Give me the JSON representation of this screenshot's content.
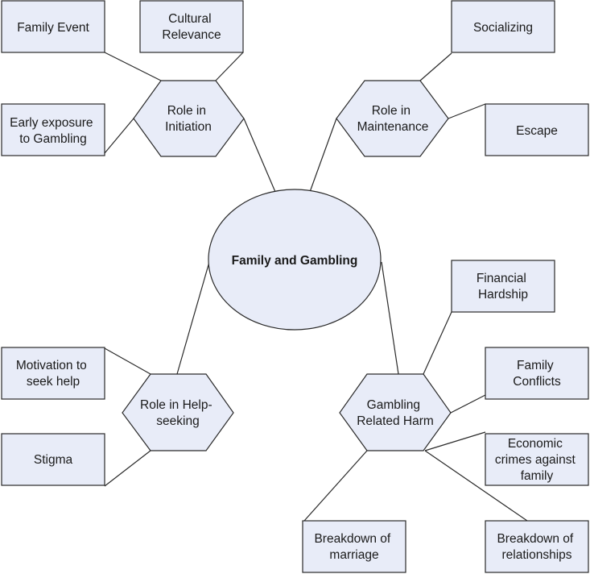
{
  "center": {
    "lines": [
      "Family and Gambling"
    ]
  },
  "hubs": {
    "initiation": {
      "lines": [
        "Role in",
        "Initiation"
      ]
    },
    "maintenance": {
      "lines": [
        "Role in",
        "Maintenance"
      ]
    },
    "help_seeking": {
      "lines": [
        "Role in Help-",
        "seeking"
      ]
    },
    "harm": {
      "lines": [
        "Gambling",
        "Related Harm"
      ]
    }
  },
  "leaves": {
    "family_event": {
      "lines": [
        "Family Event"
      ]
    },
    "cultural_relevance": {
      "lines": [
        "Cultural",
        "Relevance"
      ]
    },
    "early_exposure": {
      "lines": [
        "Early exposure",
        "to Gambling"
      ]
    },
    "socializing": {
      "lines": [
        "Socializing"
      ]
    },
    "escape": {
      "lines": [
        "Escape"
      ]
    },
    "motivation": {
      "lines": [
        "Motivation to",
        "seek help"
      ]
    },
    "stigma": {
      "lines": [
        "Stigma"
      ]
    },
    "financial_hardship": {
      "lines": [
        "Financial",
        "Hardship"
      ]
    },
    "family_conflicts": {
      "lines": [
        "Family",
        "Conflicts"
      ]
    },
    "economic_crimes": {
      "lines": [
        "Economic",
        "crimes against",
        "family"
      ]
    },
    "breakdown_marriage": {
      "lines": [
        "Breakdown of",
        "marriage"
      ]
    },
    "breakdown_relationships": {
      "lines": [
        "Breakdown of",
        "relationships"
      ]
    }
  }
}
